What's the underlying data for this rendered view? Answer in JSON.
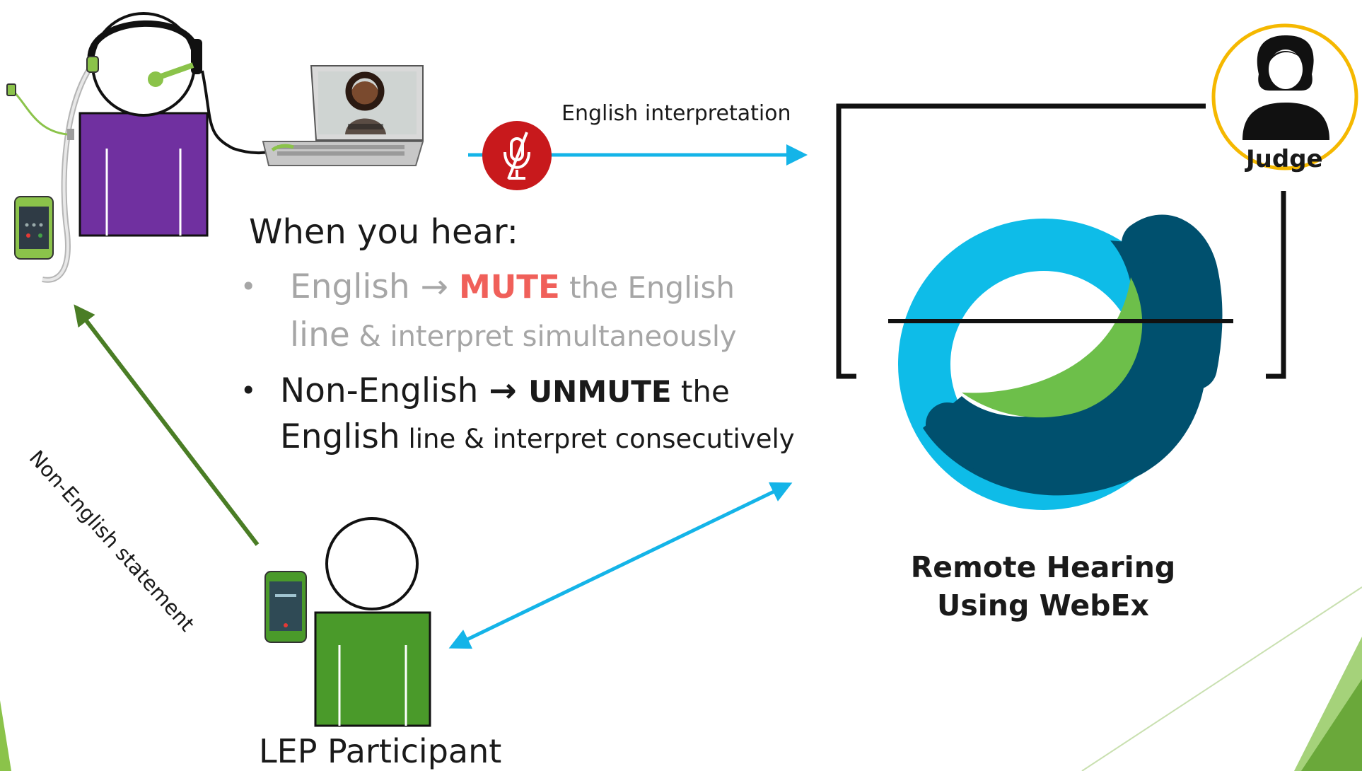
{
  "arrow_labels": {
    "english_interpretation": "English interpretation",
    "non_english_statement": "Non-English statement"
  },
  "instructions": {
    "heading": "When you hear:",
    "bullet_glyph": "•",
    "bullet1": {
      "part1": "English ",
      "arrow": "→ ",
      "mute": "MUTE",
      "part2": " the English",
      "line2a": "line",
      "line2b": "  & interpret simultaneously"
    },
    "bullet2": {
      "part1": "Non-English ",
      "arrow": "→ ",
      "unmute": "UNMUTE",
      "part2": " the",
      "line2a": "English",
      "line2b": " line & interpret consecutively"
    }
  },
  "webex": {
    "caption_line1": "Remote Hearing",
    "caption_line2": "Using WebEx"
  },
  "judge": {
    "label": "Judge"
  },
  "lep": {
    "label": "LEP Participant"
  },
  "colors": {
    "interpreter_body": "#7030a0",
    "lep_body": "#4a9a2a",
    "arrow_blue": "#14b4e8",
    "arrow_green": "#4a7d25",
    "mute_red": "#c8191c",
    "judge_ring": "#f5b800",
    "webex_lightblue": "#0ebce8",
    "webex_darkblue": "#00506e",
    "webex_green": "#6dbf4a",
    "accent_green": "#8bc34a"
  },
  "icons": {
    "mute": "muted-microphone-icon",
    "laptop": "laptop-video-call-icon",
    "phone": "smartphone-icon",
    "headset": "headset-icon",
    "judge": "person-icon",
    "webex": "webex-logo"
  }
}
